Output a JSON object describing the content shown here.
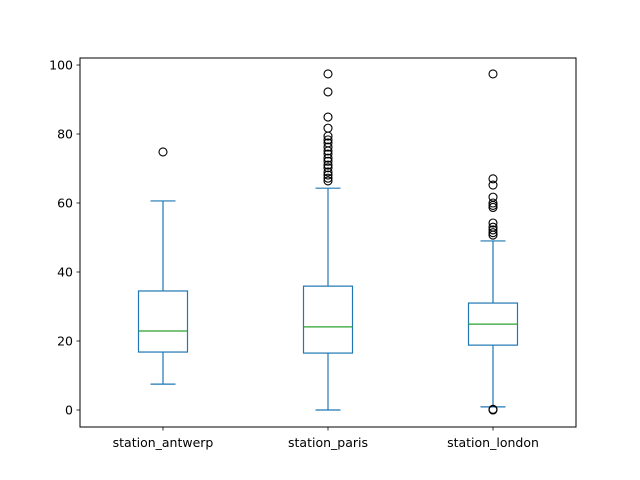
{
  "chart_data": {
    "type": "box",
    "title": "",
    "xlabel": "",
    "ylabel": "",
    "ylim": [
      -5,
      102
    ],
    "yticks": [
      0,
      20,
      40,
      60,
      80,
      100
    ],
    "grid": false,
    "legend": null,
    "categories": [
      "station_antwerp",
      "station_paris",
      "station_london"
    ],
    "series": [
      {
        "name": "station_antwerp",
        "whisker_low": 7.5,
        "q1": 16.8,
        "median": 22.9,
        "q3": 34.5,
        "whisker_high": 60.6,
        "outliers": [
          74.8
        ]
      },
      {
        "name": "station_paris",
        "whisker_low": 0.0,
        "q1": 16.5,
        "median": 24.1,
        "q3": 35.9,
        "whisker_high": 64.3,
        "outliers": [
          97.4,
          92.2,
          84.9,
          81.7,
          79.4,
          78.3,
          77.4,
          76.2,
          75.1,
          74.2,
          73.0,
          72.1,
          71.0,
          70.2,
          69.0,
          68.1,
          67.2,
          66.4
        ]
      },
      {
        "name": "station_london",
        "whisker_low": 0.9,
        "q1": 18.8,
        "median": 24.9,
        "q3": 31.0,
        "whisker_high": 49.0,
        "outliers": [
          97.4,
          67.0,
          65.2,
          61.7,
          60.0,
          59.3,
          58.7,
          54.2,
          53.0,
          52.2,
          51.4,
          50.7,
          0.2,
          0.0
        ]
      }
    ],
    "colors": {
      "box": "#1f77b4",
      "median": "#2ca02c",
      "outlier": "#000000",
      "axes": "#000000"
    }
  }
}
